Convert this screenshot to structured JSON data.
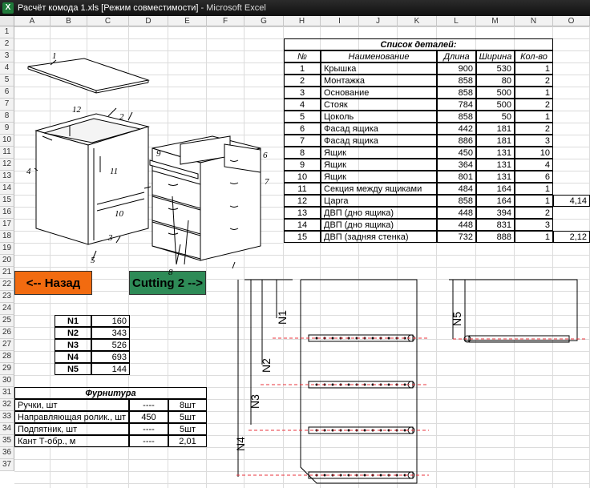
{
  "window": {
    "title": "Расчёт комода 1.xls  [Режим совместимости]",
    "app": " - Microsoft Excel",
    "icon": "excel-icon"
  },
  "columns": [
    "A",
    "B",
    "C",
    "D",
    "E",
    "F",
    "G",
    "H",
    "I",
    "J",
    "K",
    "L",
    "M",
    "N",
    "O"
  ],
  "rows": [
    "1",
    "2",
    "3",
    "4",
    "5",
    "6",
    "7",
    "8",
    "9",
    "10",
    "11",
    "12",
    "13",
    "14",
    "15",
    "16",
    "17",
    "18",
    "19",
    "20",
    "21",
    "22",
    "23",
    "24",
    "25",
    "26",
    "27",
    "28",
    "29",
    "30",
    "31",
    "32",
    "33",
    "34",
    "35",
    "36",
    "37"
  ],
  "parts": {
    "title": "Список деталей:",
    "headers": [
      "№",
      "Наименование",
      "Длина",
      "Ширина",
      "Кол-во"
    ],
    "rows": [
      [
        "1",
        "Крышка",
        "900",
        "530",
        "1"
      ],
      [
        "2",
        "Монтажка",
        "858",
        "80",
        "2"
      ],
      [
        "3",
        "Основание",
        "858",
        "500",
        "1"
      ],
      [
        "4",
        "Стояк",
        "784",
        "500",
        "2"
      ],
      [
        "5",
        "Цоколь",
        "858",
        "50",
        "1"
      ],
      [
        "6",
        "Фасад ящика",
        "442",
        "181",
        "2"
      ],
      [
        "7",
        "Фасад ящика",
        "886",
        "181",
        "3"
      ],
      [
        "8",
        "Ящик",
        "450",
        "131",
        "10"
      ],
      [
        "9",
        "Ящик",
        "364",
        "131",
        "4"
      ],
      [
        "10",
        "Ящик",
        "801",
        "131",
        "6"
      ],
      [
        "11",
        "Секция между ящиками",
        "484",
        "164",
        "1"
      ],
      [
        "12",
        "Царга",
        "858",
        "164",
        "1"
      ],
      [
        "13",
        "ДВП (дно ящика)",
        "448",
        "394",
        "2"
      ],
      [
        "14",
        "ДВП (дно ящика)",
        "448",
        "831",
        "3"
      ],
      [
        "15",
        "ДВП (задняя стенка)",
        "732",
        "888",
        "1"
      ]
    ],
    "extra_o15": "4,14",
    "extra_o18": "2,12"
  },
  "buttons": {
    "back": "<-- Назад",
    "back_color": "#f26b10",
    "next": "Cutting 2 -->",
    "next_color": "#2e8b57"
  },
  "dims": [
    [
      "N1",
      "160"
    ],
    [
      "N2",
      "343"
    ],
    [
      "N3",
      "526"
    ],
    [
      "N4",
      "693"
    ],
    [
      "N5",
      "144"
    ]
  ],
  "hardware": {
    "title": "Фурнитура",
    "rows": [
      [
        "Ручки, шт",
        "----",
        "8шт"
      ],
      [
        "Направляющая ролик., шт",
        "450",
        "5шт"
      ],
      [
        "Подпятник, шт",
        "----",
        "5шт"
      ],
      [
        "Кант Т-обр., м",
        "----",
        "2,01"
      ]
    ]
  },
  "drawing": {
    "labels": [
      "1",
      "2",
      "3",
      "4",
      "5",
      "6",
      "7",
      "8",
      "9",
      "10",
      "11",
      "12"
    ],
    "dim_labels": [
      "N1",
      "N2",
      "N3",
      "N4",
      "N5"
    ]
  }
}
